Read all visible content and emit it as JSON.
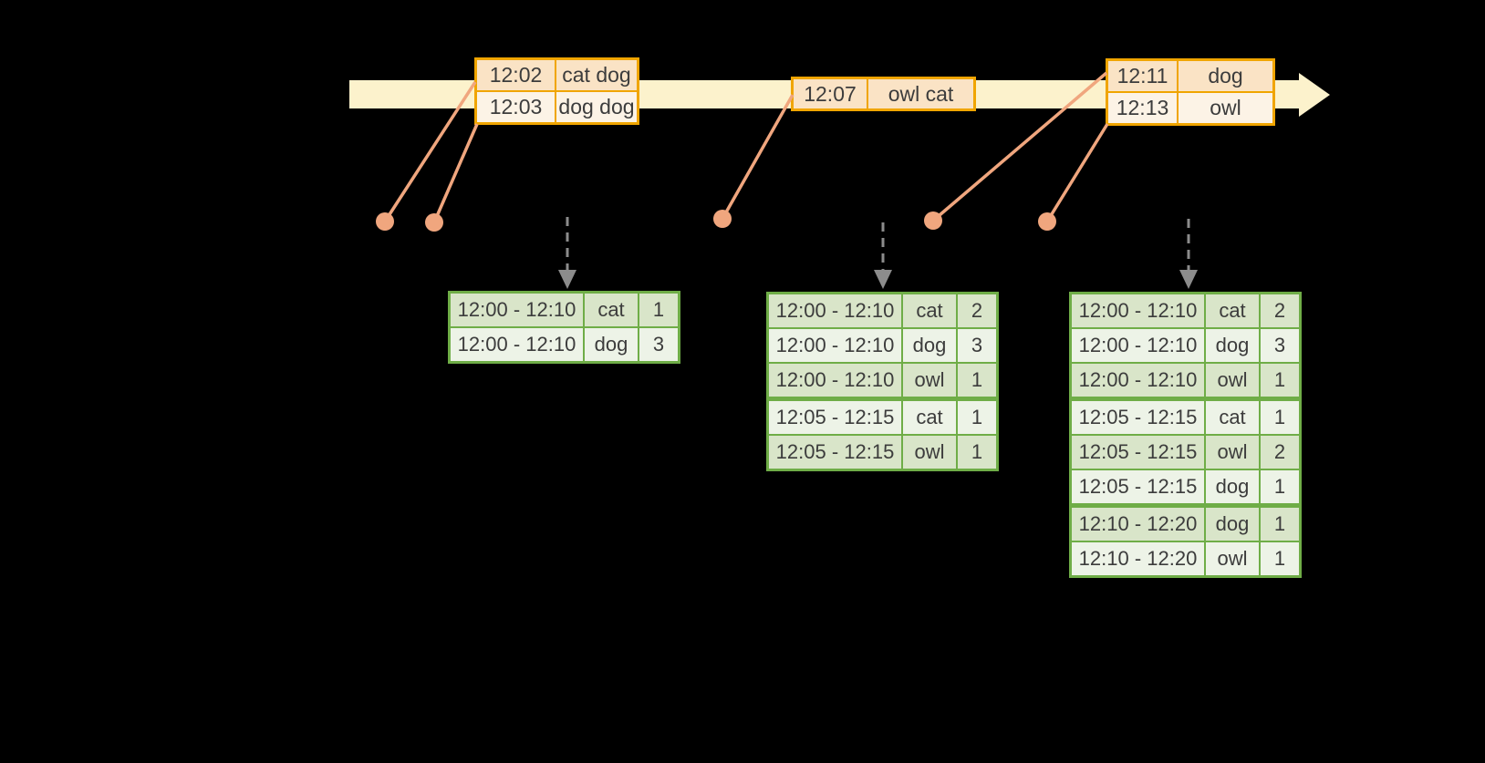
{
  "colors": {
    "background": "#000000",
    "timeline_band": "#FCF2CC",
    "event_table_border": "#F0A500",
    "event_row_dark": "#FAE3C5",
    "event_row_light": "#FCF3E6",
    "event_dot": "#F0A67E",
    "result_table_border": "#6FAD47",
    "result_row_dark": "#D9E5C9",
    "result_row_light": "#EDF3E7",
    "trigger_arrow": "#8C8C8C",
    "text": "#3C3C3C"
  },
  "event_tables": [
    {
      "rows": [
        {
          "time": "12:02",
          "words": "cat dog"
        },
        {
          "time": "12:03",
          "words": "dog dog"
        }
      ]
    },
    {
      "rows": [
        {
          "time": "12:07",
          "words": "owl cat"
        }
      ]
    },
    {
      "rows": [
        {
          "time": "12:11",
          "words": "dog"
        },
        {
          "time": "12:13",
          "words": "owl"
        }
      ]
    }
  ],
  "result_tables": [
    {
      "rows": [
        {
          "window": "12:00 - 12:10",
          "word": "cat",
          "count": "1"
        },
        {
          "window": "12:00 - 12:10",
          "word": "dog",
          "count": "3"
        }
      ]
    },
    {
      "rows": [
        {
          "window": "12:00 - 12:10",
          "word": "cat",
          "count": "2"
        },
        {
          "window": "12:00 - 12:10",
          "word": "dog",
          "count": "3"
        },
        {
          "window": "12:00 - 12:10",
          "word": "owl",
          "count": "1"
        },
        {
          "window": "12:05 - 12:15",
          "word": "cat",
          "count": "1"
        },
        {
          "window": "12:05 - 12:15",
          "word": "owl",
          "count": "1"
        }
      ]
    },
    {
      "rows": [
        {
          "window": "12:00 - 12:10",
          "word": "cat",
          "count": "2"
        },
        {
          "window": "12:00 - 12:10",
          "word": "dog",
          "count": "3"
        },
        {
          "window": "12:00 - 12:10",
          "word": "owl",
          "count": "1"
        },
        {
          "window": "12:05 - 12:15",
          "word": "cat",
          "count": "1"
        },
        {
          "window": "12:05 - 12:15",
          "word": "owl",
          "count": "2"
        },
        {
          "window": "12:05 - 12:15",
          "word": "dog",
          "count": "1"
        },
        {
          "window": "12:10 - 12:20",
          "word": "dog",
          "count": "1"
        },
        {
          "window": "12:10 - 12:20",
          "word": "owl",
          "count": "1"
        }
      ]
    }
  ]
}
